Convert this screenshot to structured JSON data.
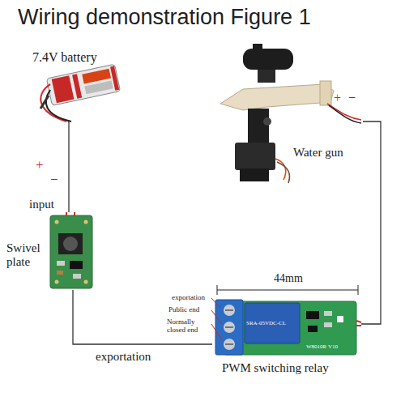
{
  "diagram": {
    "title": "Wiring demonstration Figure 1",
    "nodes": [
      {
        "text": [
          "7.4V battery"
        ]
      },
      {
        "text": [
          "Water gun"
        ]
      },
      {
        "text": [
          "Swivel plate"
        ]
      },
      {
        "text": [
          "PWM switching relay"
        ]
      }
    ],
    "edges": [
      {
        "from": 0,
        "to": 2,
        "arrow": "none"
      },
      {
        "from": 2,
        "to": 3,
        "arrow": "none"
      },
      {
        "from": 3,
        "to": 1,
        "arrow": "none"
      }
    ],
    "labels": [
      "+",
      "−",
      "input",
      "exportation",
      "+",
      "−",
      "44mm",
      "exportation",
      "Public end",
      "Normally closed end",
      "SRA-05VDC-CL",
      "W8010R V10"
    ]
  }
}
